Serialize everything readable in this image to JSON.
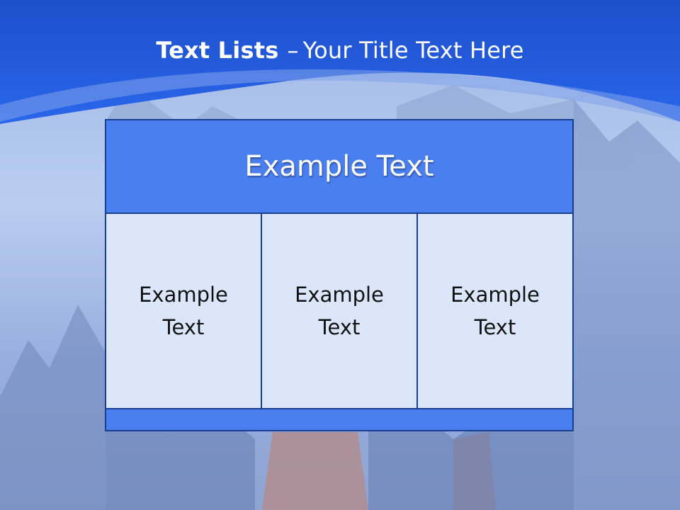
{
  "slide": {
    "title_bold": "Text Lists",
    "title_dash": "–",
    "title_rest": "Your Title Text Here"
  },
  "table": {
    "header": "Example Text",
    "columns": [
      "Example Text",
      "Example Text",
      "Example Text"
    ]
  },
  "colors": {
    "header_blue": "#2563eb",
    "cell_fill": "#dbe6fb",
    "band_fill": "#4a7ff0",
    "border": "#1a3f8f"
  }
}
